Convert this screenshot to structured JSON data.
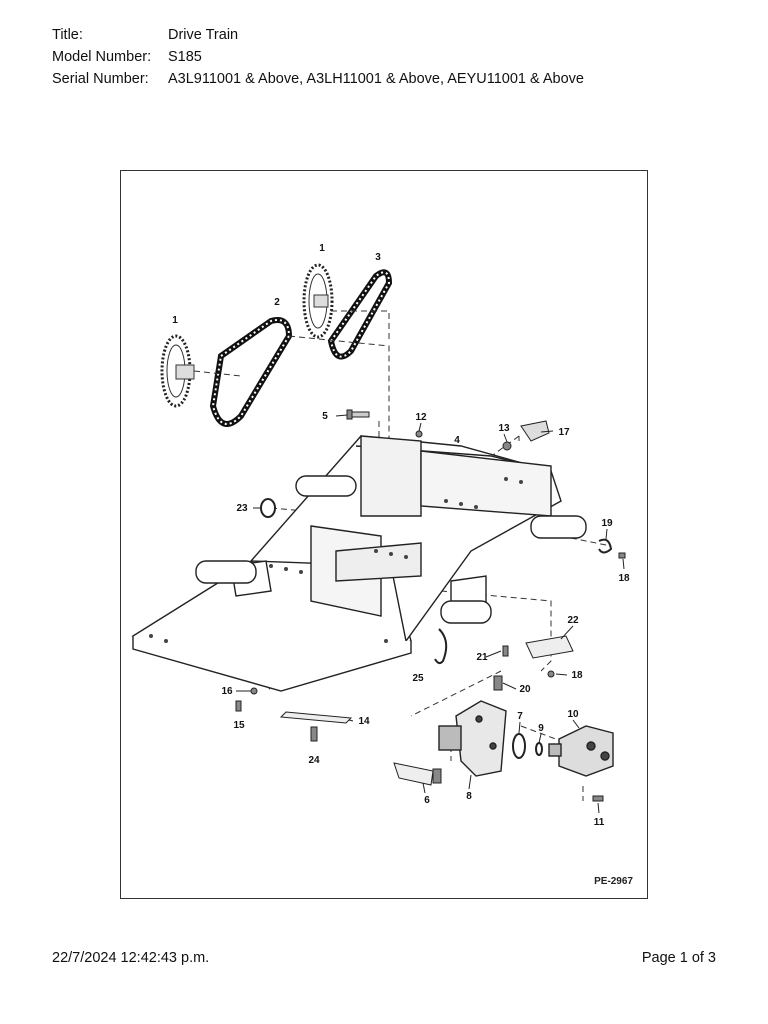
{
  "header": {
    "title_label": "Title:",
    "title_value": "Drive Train",
    "model_label": "Model Number:",
    "model_value": "S185",
    "serial_label": "Serial Number:",
    "serial_value": "A3L911001 & Above, A3LH11001 & Above, AEYU11001 & Above"
  },
  "diagram": {
    "drawing_code": "PE-2967",
    "callouts": [
      "1",
      "1",
      "2",
      "3",
      "4",
      "5",
      "6",
      "7",
      "8",
      "9",
      "10",
      "11",
      "12",
      "13",
      "14",
      "15",
      "16",
      "17",
      "18",
      "18",
      "19",
      "20",
      "21",
      "22",
      "23",
      "24",
      "25"
    ]
  },
  "footer": {
    "timestamp": "22/7/2024 12:42:43 p.m.",
    "page": "Page 1 of 3"
  }
}
